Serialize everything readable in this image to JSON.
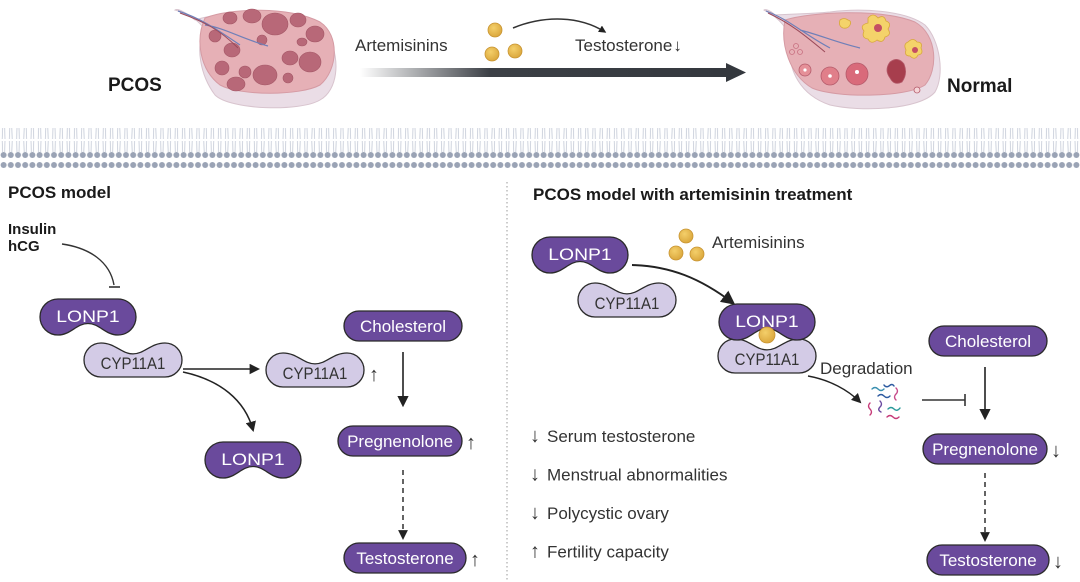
{
  "header": {
    "left_state": "PCOS",
    "right_state": "Normal",
    "drug_label": "Artemisinins",
    "effect_label": "Testosterone",
    "effect_arrow": "↓"
  },
  "left_panel": {
    "title": "PCOS model",
    "inhibitors": [
      "Insulin",
      "hCG"
    ],
    "proteins": {
      "lonp1_top": "LONP1",
      "cyp_main": "CYP11A1",
      "cyp_up": "CYP11A1",
      "cyp_up_arrow": "↑",
      "lonp1_bottom": "LONP1"
    },
    "pathway": [
      {
        "label": "Cholesterol",
        "arrow": ""
      },
      {
        "label": "Pregnenolone",
        "arrow": "↑"
      },
      {
        "label": "Testosterone",
        "arrow": "↑"
      }
    ]
  },
  "right_panel": {
    "title": "PCOS model with artemisinin treatment",
    "drug_label": "Artemisinins",
    "proteins": {
      "lonp1_free": "LONP1",
      "cyp_free": "CYP11A1",
      "lonp1_bound": "LONP1",
      "cyp_bound": "CYP11A1"
    },
    "degradation_label": "Degradation",
    "pathway": [
      {
        "label": "Cholesterol",
        "arrow": ""
      },
      {
        "label": "Pregnenolone",
        "arrow": "↓"
      },
      {
        "label": "Testosterone",
        "arrow": "↓"
      }
    ],
    "outcomes": [
      {
        "arrow": "↓",
        "text": "Serum testosterone"
      },
      {
        "arrow": "↓",
        "text": "Menstrual abnormalities"
      },
      {
        "arrow": "↓",
        "text": "Polycystic ovary"
      },
      {
        "arrow": "↑",
        "text": "Fertility capacity"
      }
    ]
  },
  "colors": {
    "lonp1_fill": "#6a4a9c",
    "cyp_fill": "#d3cbe6",
    "pathway_fill": "#6a4a9c",
    "drug_fill": "#e8b84a",
    "membrane": "#9aa3b5",
    "ovary_pink": "#e8b5b8",
    "cyst": "#b86878"
  }
}
